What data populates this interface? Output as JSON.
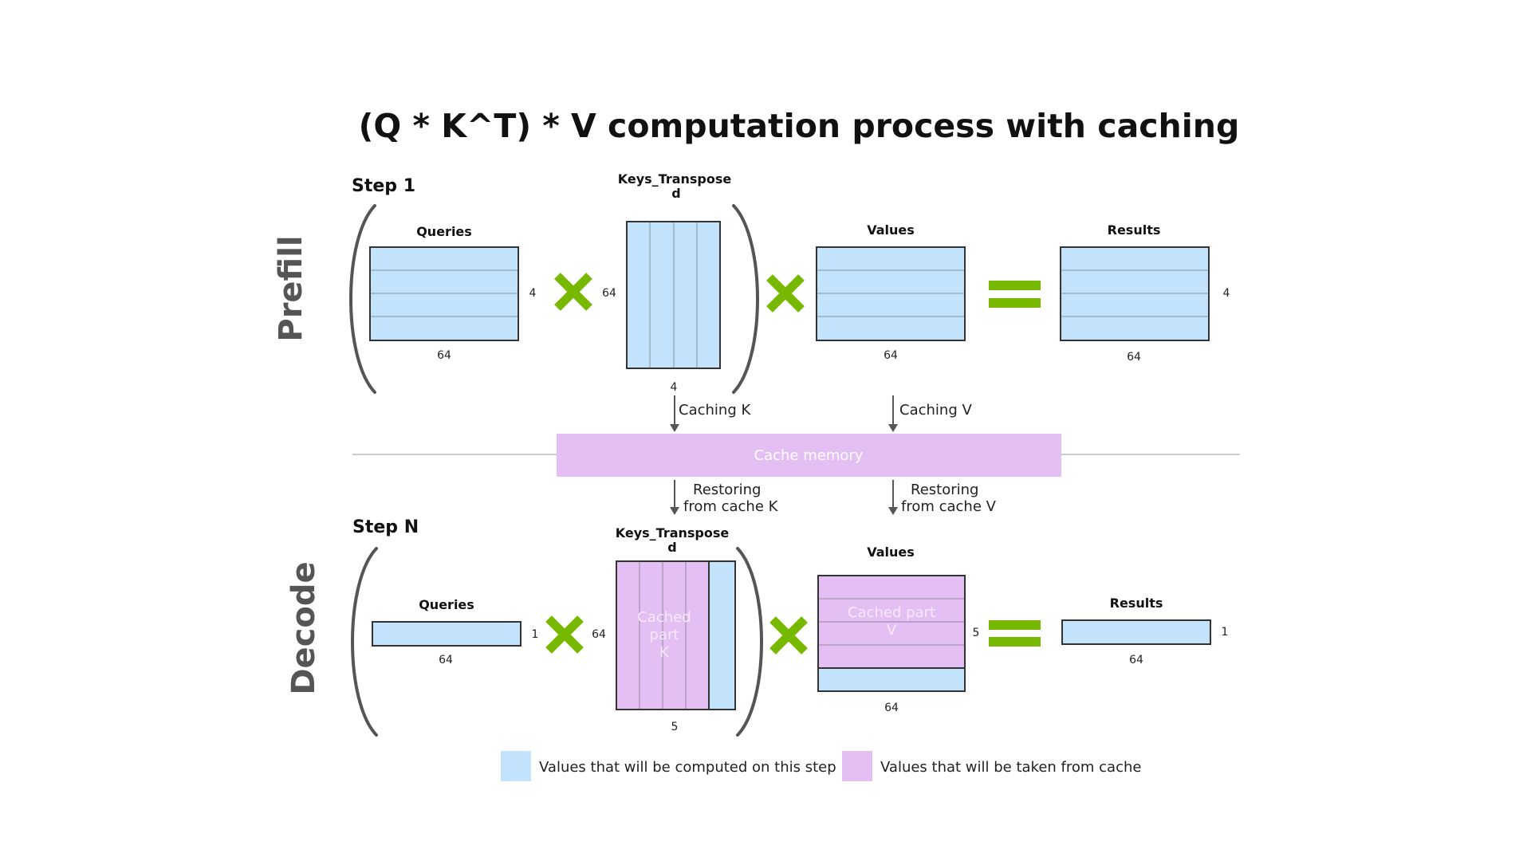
{
  "title": "(Q * K^T) * V computation process with caching",
  "prefill": {
    "phase_label": "Prefill",
    "step_label": "Step 1",
    "queries": {
      "label": "Queries",
      "rows": "4",
      "cols": "64"
    },
    "keys": {
      "label_line1": "Keys_Transpose",
      "label_line2": "d",
      "rows": "64",
      "cols": "4"
    },
    "values": {
      "label": "Values",
      "cols": "64"
    },
    "results": {
      "label": "Results",
      "rows": "4",
      "cols": "64"
    }
  },
  "cache": {
    "label": "Cache memory",
    "caching_k": "Caching K",
    "caching_v": "Caching V",
    "restore_k_line1": "Restoring",
    "restore_k_line2": "from cache K",
    "restore_v_line1": "Restoring",
    "restore_v_line2": "from cache V"
  },
  "decode": {
    "phase_label": "Decode",
    "step_label": "Step N",
    "queries": {
      "label": "Queries",
      "rows": "1",
      "cols": "64"
    },
    "keys": {
      "label_line1": "Keys_Transpose",
      "label_line2": "d",
      "rows": "64",
      "cols": "5",
      "cached_line1": "Cached",
      "cached_line2": "part",
      "cached_line3": "K"
    },
    "values": {
      "label": "Values",
      "rows": "5",
      "cols": "64",
      "cached_line1": "Cached part",
      "cached_line2": "V"
    },
    "results": {
      "label": "Results",
      "rows": "1",
      "cols": "64"
    }
  },
  "legend": {
    "computed": "Values that will be computed on this step",
    "cached": "Values that will be taken from cache"
  },
  "colors": {
    "computed": "#c3e2fb",
    "cached": "#e3bff3",
    "operator": "#77b900"
  }
}
